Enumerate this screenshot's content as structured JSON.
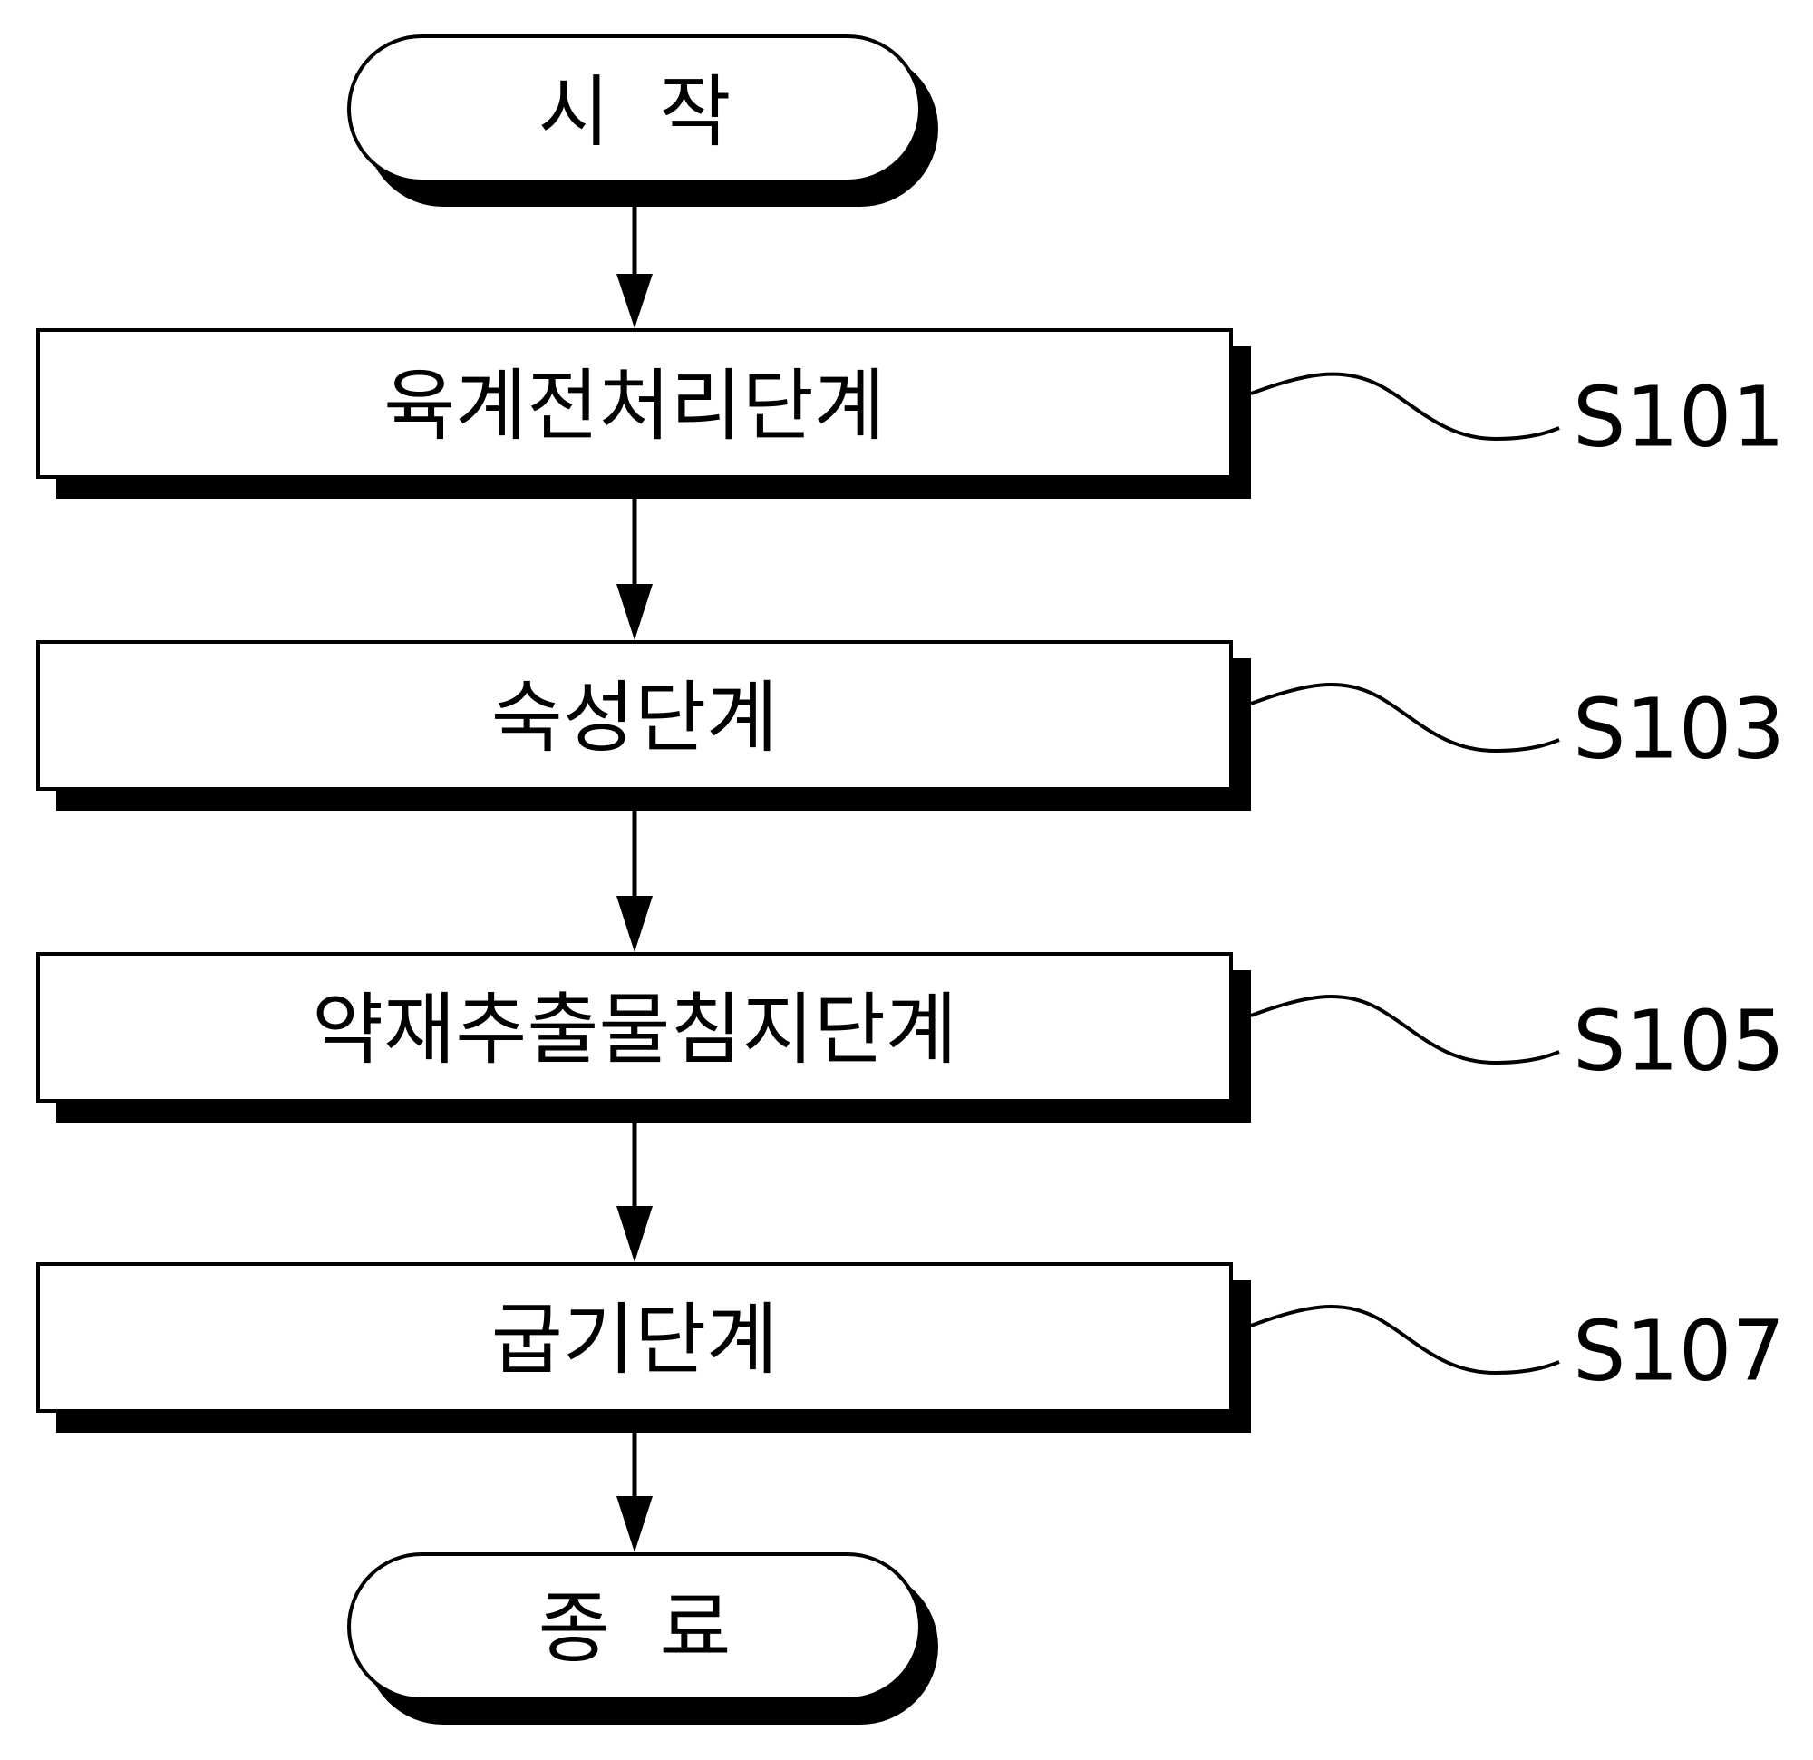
{
  "start": {
    "label": "시  작"
  },
  "steps": [
    {
      "label": "육계전처리단계",
      "id": "S101"
    },
    {
      "label": "숙성단계",
      "id": "S103"
    },
    {
      "label": "약재추출물침지단계",
      "id": "S105"
    },
    {
      "label": "굽기단계",
      "id": "S107"
    }
  ],
  "end": {
    "label": "종  료"
  }
}
